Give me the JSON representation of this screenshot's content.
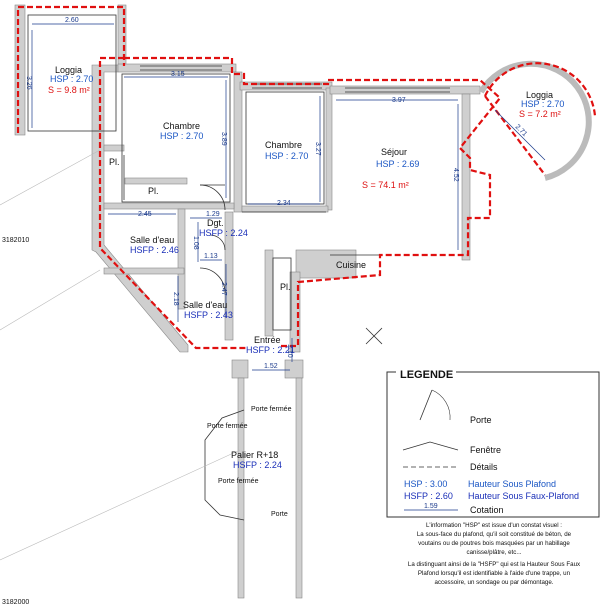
{
  "rooms": {
    "loggia_left": {
      "name": "Loggia",
      "hsp": "HSP : 2.70",
      "surface": "S = 9.8 m²"
    },
    "loggia_right": {
      "name": "Loggia",
      "hsp": "HSP : 2.70",
      "surface": "S = 7.2 m²"
    },
    "chambre1": {
      "name": "Chambre",
      "hsp": "HSP : 2.70"
    },
    "chambre2": {
      "name": "Chambre",
      "hsp": "HSP : 2.70"
    },
    "sejour": {
      "name": "Séjour",
      "hsp": "HSP : 2.69",
      "surface": "S = 74.1 m²"
    },
    "pl1": {
      "name": "Pl."
    },
    "pl2": {
      "name": "Pl."
    },
    "pl3": {
      "name": "Pl."
    },
    "dgt": {
      "name": "Dgt.",
      "hsfp": "HSFP : 2.24"
    },
    "sdb1": {
      "name": "Salle d'eau",
      "hsfp": "HSFP : 2.46"
    },
    "sdb2": {
      "name": "Salle d'eau",
      "hsfp": "HSFP : 2.43"
    },
    "cuisine": {
      "name": "Cuisine"
    },
    "entree": {
      "name": "Entrée",
      "hsfp": "HSFP : 2.21"
    },
    "palier": {
      "name": "Palier R+18",
      "hsfp": "HSFP : 2.24"
    }
  },
  "doors": {
    "porte_fermee_1": "Porte fermée",
    "porte_fermee_2": "Porte fermée",
    "porte_fermee_3": "Porte fermée",
    "porte": "Porte"
  },
  "dimensions": {
    "d260": "2.60",
    "d326": "3.26",
    "d315": "3.15",
    "d389": "3.89",
    "d327": "3.27",
    "d397": "3.97",
    "d452": "4.52",
    "d234": "2.34",
    "d271": "2.71",
    "d245": "2.45",
    "d129": "1.29",
    "d108": "1.08",
    "d113": "1.13",
    "d218": "2.18",
    "d247": "2.47",
    "d110": "1.10",
    "d152": "1.52"
  },
  "references": {
    "ref1": "3182010",
    "ref2": "3182000"
  },
  "legend": {
    "title": "LEGENDE",
    "porte": "Porte",
    "fenetre": "Fenêtre",
    "details": "Détails",
    "hsp_code": "HSP : 3.00",
    "hsp_text": "Hauteur Sous Plafond",
    "hsfp_code": "HSFP : 2.60",
    "hsfp_text": "Hauteur Sous Faux-Plafond",
    "cotation_value": "1.59",
    "cotation_text": "Cotation",
    "note": [
      "L'information \"HSP\" est issue d'un constat visuel :",
      "La sous-face du plafond, qu'il soit constitué de béton, de",
      "voutains ou de poutres bois masquées par un habillage",
      "canisse/plâtre, etc...",
      "La distinguant ainsi de la \"HSFP\" qui est la Hauteur Sous Faux",
      "Plafond lorsqu'il est identifiable à l'aide d'une trappe, un",
      "accessoire, un sondage ou par démontage."
    ]
  }
}
